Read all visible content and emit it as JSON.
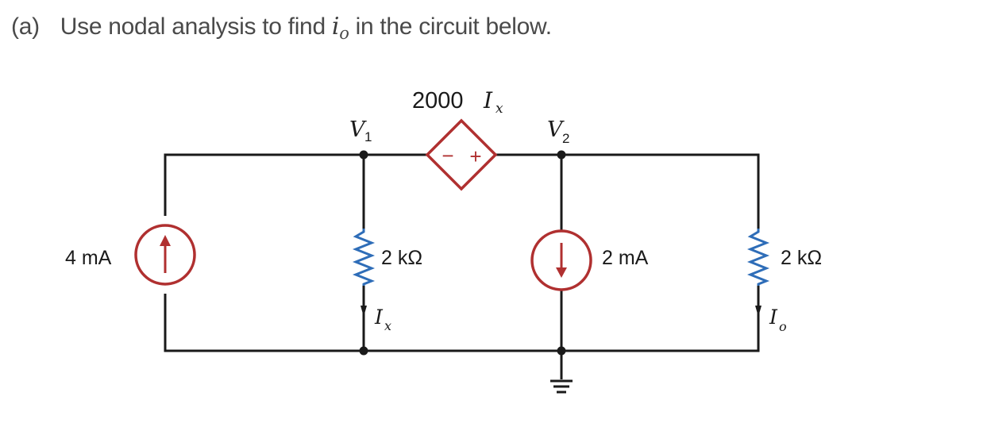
{
  "question": {
    "prefix": "(a)",
    "text_before": "Use nodal analysis to find",
    "var": "i",
    "var_sub": "o",
    "text_after": "in the circuit below."
  },
  "circuit": {
    "dependent_source": {
      "coef": "2000",
      "var": "I",
      "var_sub": "x",
      "minus": "−",
      "plus": "+"
    },
    "node1": {
      "var": "V",
      "sub": "1"
    },
    "node2": {
      "var": "V",
      "sub": "2"
    },
    "source_left": "4 mA",
    "resistor_middle": "2 kΩ",
    "source_right": "2 mA",
    "resistor_right": "2 kΩ",
    "current_x": {
      "var": "I",
      "sub": "x"
    },
    "current_o": {
      "var": "I",
      "sub": "o"
    },
    "colors": {
      "wire": "#1a1a1a",
      "source": "#b03030",
      "resistor": "#2e6db8"
    }
  }
}
